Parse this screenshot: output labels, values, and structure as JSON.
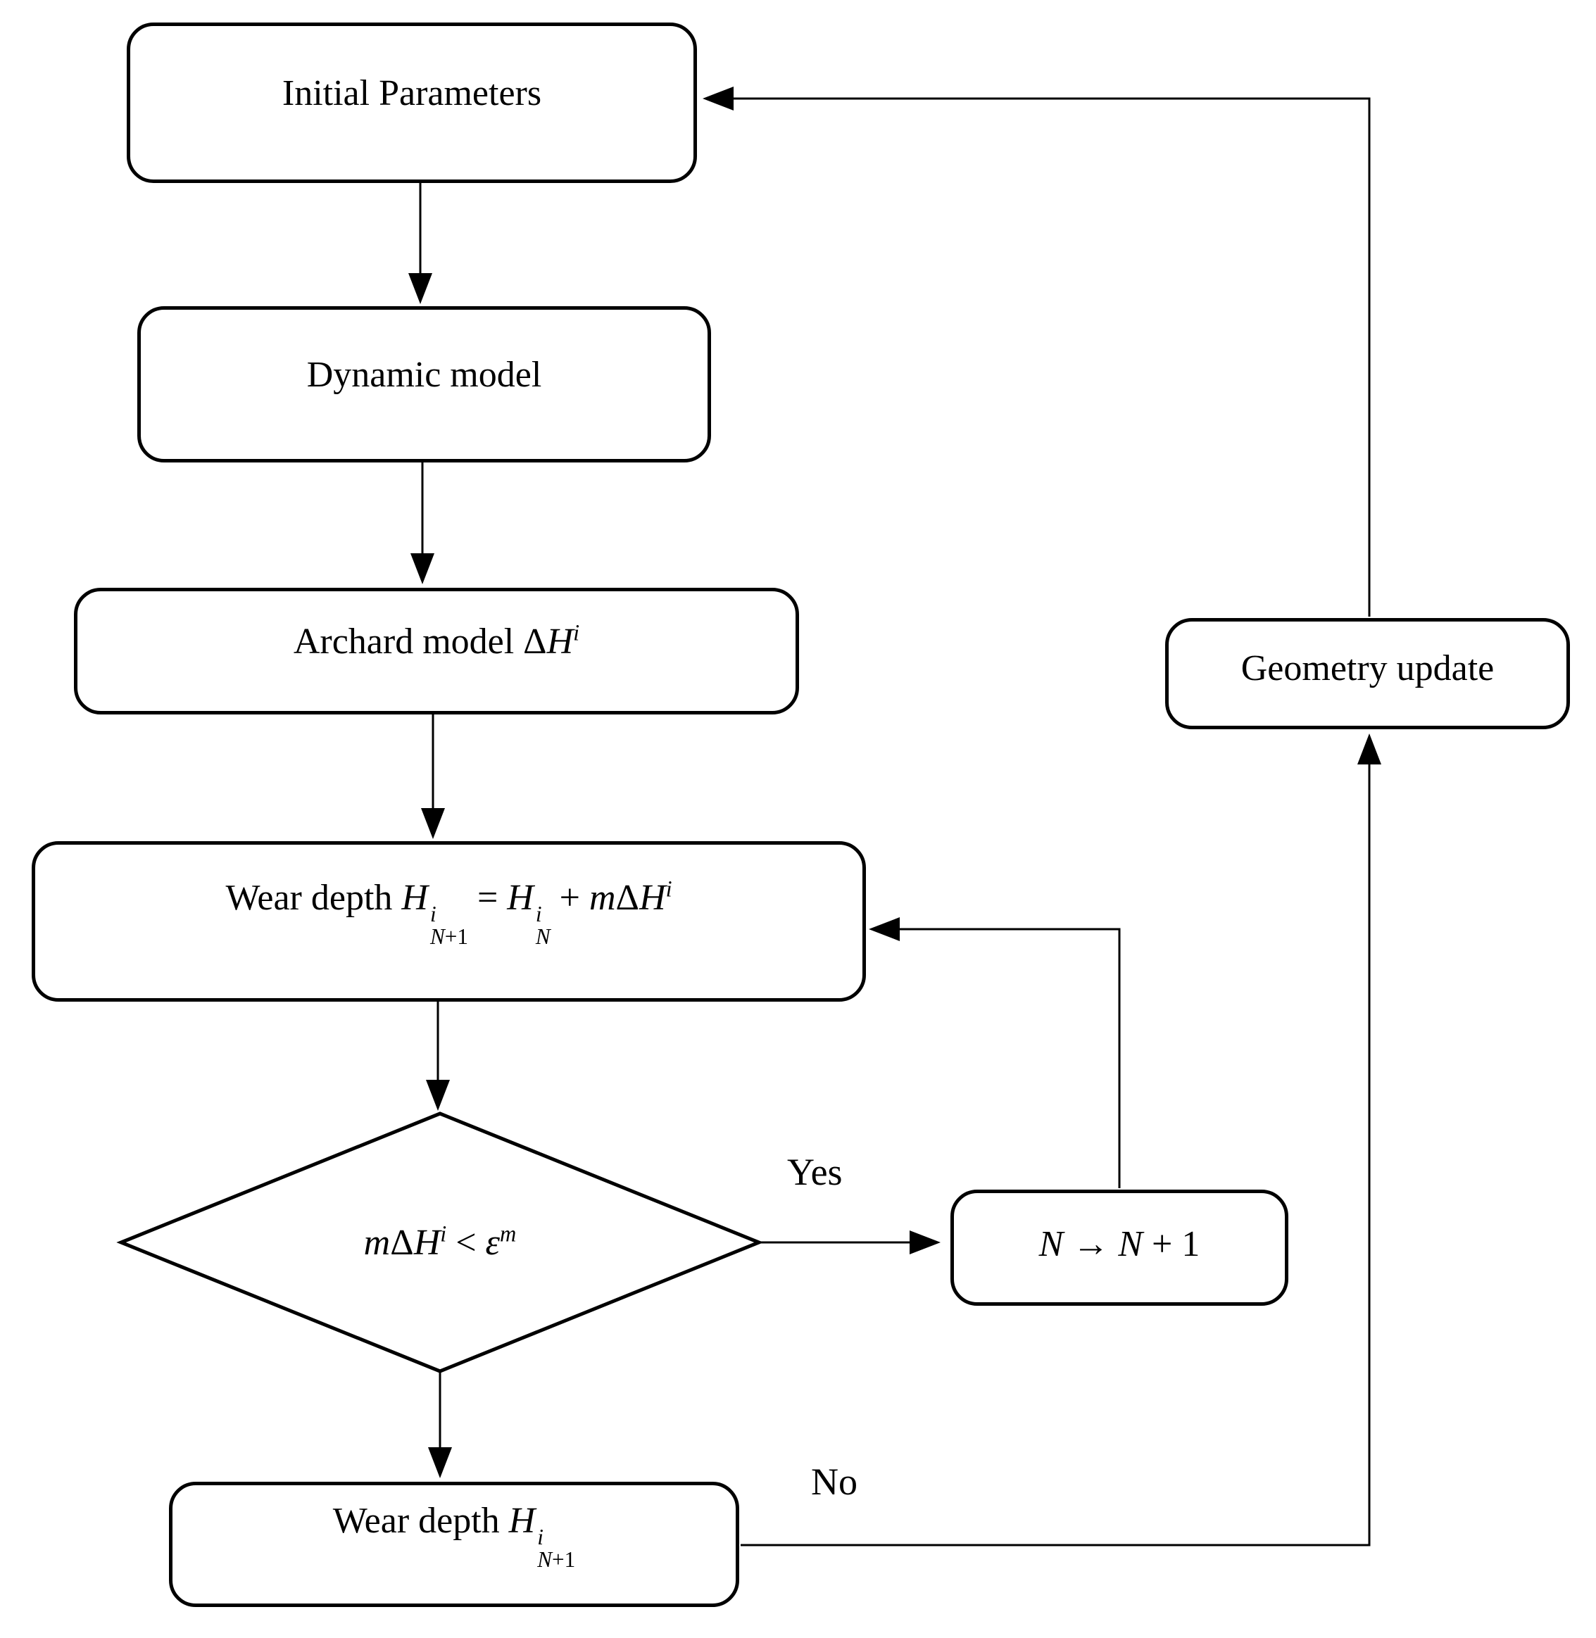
{
  "page": {
    "background": "#ffffff",
    "stroke_color": "#000000"
  },
  "nodes": {
    "initial": {
      "label": "Initial Parameters"
    },
    "dynamic": {
      "label": "Dynamic model"
    },
    "archard": {
      "label_html": "Archard model Δ<i>H</i><sup><i>i</i></sup>"
    },
    "wear_update": {
      "label_html": "Wear depth <i>H</i><span class='ss'><span class='ss-top'><i>i</i></span><span class='ss-bot'><i>N</i>+1</span></span> = <i>H</i><span class='ss'><span class='ss-top'><i>i</i></span><span class='ss-bot'><i>N</i></span></span> + <i>m</i>Δ<i>H</i><sup><i>i</i></sup>"
    },
    "decision": {
      "label_html": "<i>m</i>Δ<i>H</i><sup><i>i</i></sup> &lt; <i>ε</i><sup><i>m</i></sup>"
    },
    "increment": {
      "label_html": "<i>N</i> → <i>N</i> + 1"
    },
    "wear_final": {
      "label_html": "Wear depth <i>H</i><span class='ss'><span class='ss-top'><i>i</i></span><span class='ss-bot'><i>N</i>+1</span></span>"
    },
    "geometry": {
      "label": "Geometry update"
    }
  },
  "edge_labels": {
    "yes": "Yes",
    "no": "No"
  }
}
